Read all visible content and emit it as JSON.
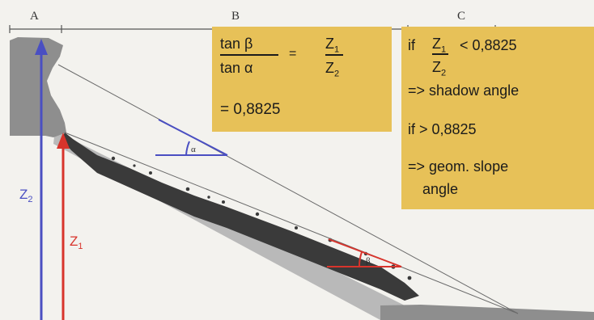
{
  "sections": {
    "a": "A",
    "b": "B",
    "c": "C"
  },
  "formula": {
    "num_left": "tan β",
    "den_left": "tan α",
    "eq": "=",
    "num_right_var": "Z",
    "num_right_sub": "1",
    "den_right_var": "Z",
    "den_right_sub": "2",
    "result": "= 0,8825"
  },
  "rule": {
    "if1": "if",
    "frac_num_var": "Z",
    "frac_num_sub": "1",
    "frac_den_var": "Z",
    "frac_den_sub": "2",
    "cond1": "< 0,8825",
    "then1": "=> shadow angle",
    "if2": "if > 0,8825",
    "then2_line1": "=> geom. slope",
    "then2_line2": "angle"
  },
  "labels": {
    "z2_var": "Z",
    "z2_sub": "2",
    "z1_var": "Z",
    "z1_sub": "1",
    "alpha": "α",
    "beta": "β"
  },
  "colors": {
    "blue": "#4a4fc2",
    "red": "#d8342c",
    "rock": "#8e8e8e",
    "slope": "#b9b9b9",
    "debris": "#3a3a3a",
    "box": "#e7c158",
    "background": "#f3f2ee"
  }
}
